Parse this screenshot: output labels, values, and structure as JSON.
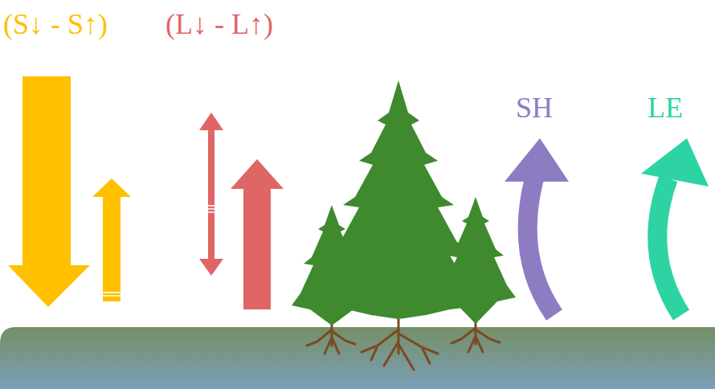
{
  "diagram": {
    "labels": [
      "(S↓ - S↑)",
      "(L↓ - L↑)",
      "SH",
      "LE"
    ]
  }
}
